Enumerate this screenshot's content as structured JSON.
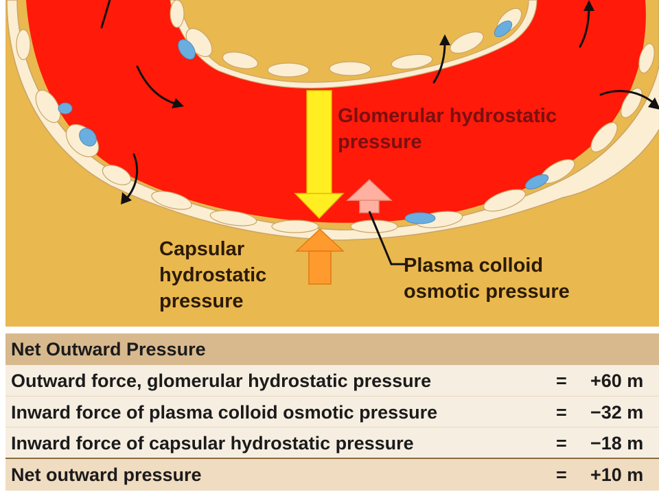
{
  "labels": {
    "glomerular": [
      "Glomerular hydrostatic",
      "pressure"
    ],
    "capsular": [
      "Capsular",
      "hydrostatic",
      "pressure"
    ],
    "plasma": [
      "Plasma colloid",
      "osmotic pressure"
    ]
  },
  "table": {
    "header": "Net Outward Pressure",
    "rows": [
      {
        "label": "Outward force, glomerular hydrostatic pressure",
        "eq": "=",
        "value": "+60 m"
      },
      {
        "label": "Inward force of plasma colloid osmotic pressure",
        "eq": "=",
        "value": "−32 m"
      },
      {
        "label": "Inward force of capsular hydrostatic pressure",
        "eq": "=",
        "value": "−18 m"
      }
    ],
    "net": {
      "label": "Net outward pressure",
      "eq": "=",
      "value": "+10 m"
    }
  },
  "colors": {
    "background": "#e9b84f",
    "capillary": "#ff1a0a",
    "cells": "#fbeed2",
    "nuclei": "#6aaee0",
    "glomerular_arrow": "#ffee22",
    "capsular_arrow": "#ff9a2e",
    "plasma_arrow": "#ffb0a0"
  }
}
